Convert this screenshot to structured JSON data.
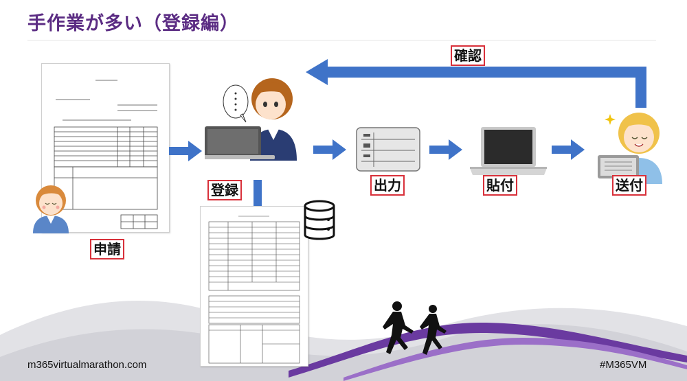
{
  "title": "手作業が多い（登録編）",
  "labels": {
    "confirm": "確認",
    "apply": "申請",
    "register": "登録",
    "output": "出力",
    "paste": "貼付",
    "send": "送付"
  },
  "footer": {
    "left": "m365virtualmarathon.com",
    "right": "#M365VM"
  },
  "colors": {
    "title": "#5b2c83",
    "arrow": "#3f73c8",
    "label_border": "#d8303a",
    "wave_purple": "#6a3aa0"
  }
}
